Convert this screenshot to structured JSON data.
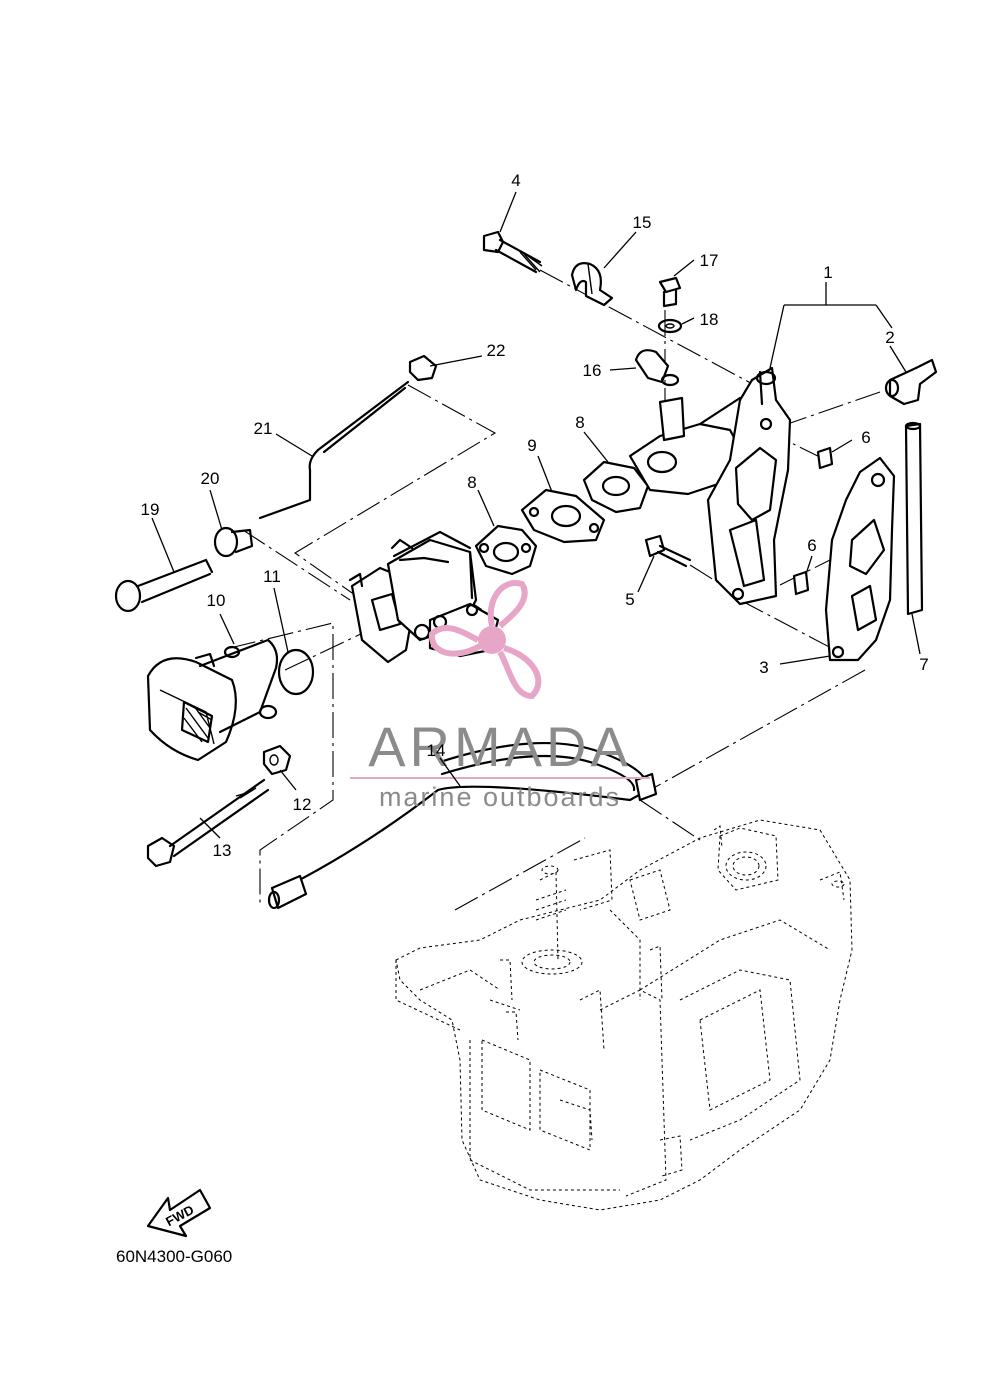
{
  "callouts": [
    {
      "id": "c1",
      "label": "1"
    },
    {
      "id": "c2",
      "label": "2"
    },
    {
      "id": "c3",
      "label": "3"
    },
    {
      "id": "c4",
      "label": "4"
    },
    {
      "id": "c5",
      "label": "5"
    },
    {
      "id": "c6a",
      "label": "6"
    },
    {
      "id": "c6b",
      "label": "6"
    },
    {
      "id": "c7",
      "label": "7"
    },
    {
      "id": "c8a",
      "label": "8"
    },
    {
      "id": "c8b",
      "label": "8"
    },
    {
      "id": "c9",
      "label": "9"
    },
    {
      "id": "c10",
      "label": "10"
    },
    {
      "id": "c11",
      "label": "11"
    },
    {
      "id": "c12",
      "label": "12"
    },
    {
      "id": "c13",
      "label": "13"
    },
    {
      "id": "c14",
      "label": "14"
    },
    {
      "id": "c15",
      "label": "15"
    },
    {
      "id": "c16",
      "label": "16"
    },
    {
      "id": "c17",
      "label": "17"
    },
    {
      "id": "c18",
      "label": "18"
    },
    {
      "id": "c19",
      "label": "19"
    },
    {
      "id": "c20",
      "label": "20"
    },
    {
      "id": "c21",
      "label": "21"
    },
    {
      "id": "c22",
      "label": "22"
    }
  ],
  "watermark": {
    "title": "ARMADA",
    "subtitle": "marine outboards",
    "accent_color": "#e7a6c8",
    "text_color": "#8b8b8b"
  },
  "diagram_code": "60N4300-G060",
  "fwd_label": "FWD",
  "icons": [
    "propeller-logo-icon",
    "fwd-arrow-icon"
  ]
}
